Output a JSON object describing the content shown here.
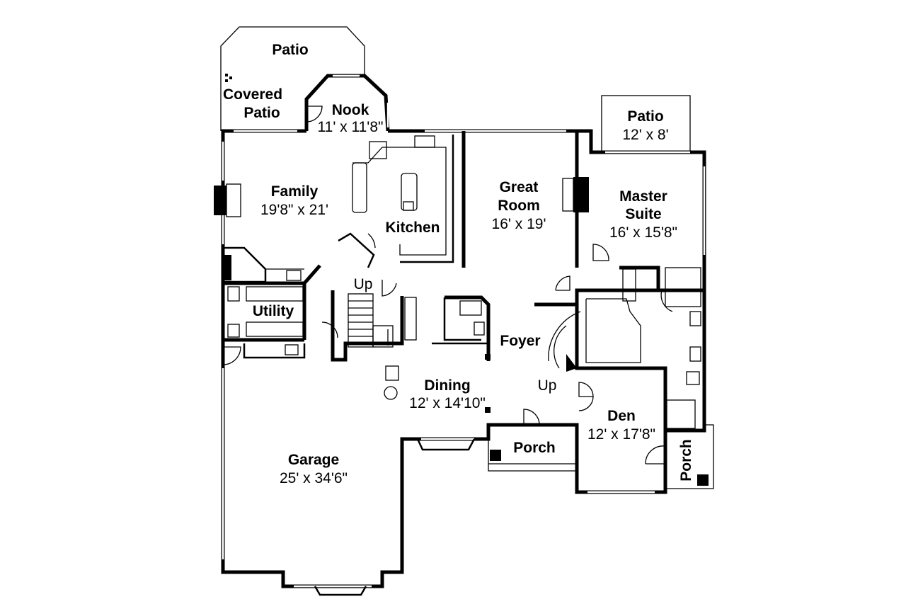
{
  "rooms": {
    "patio_top": {
      "name": "Patio"
    },
    "covered_patio": {
      "line1": "Covered",
      "line2": "Patio"
    },
    "nook": {
      "name": "Nook",
      "size": "11' x 11'8\""
    },
    "family": {
      "name": "Family",
      "size": "19'8\" x 21'"
    },
    "kitchen": {
      "name": "Kitchen"
    },
    "great_room": {
      "line1": "Great",
      "line2": "Room",
      "size": "16' x 19'"
    },
    "patio_master": {
      "name": "Patio",
      "size": "12' x 8'"
    },
    "master_suite": {
      "line1": "Master",
      "line2": "Suite",
      "size": "16' x 15'8\""
    },
    "utility": {
      "name": "Utility"
    },
    "foyer": {
      "name": "Foyer"
    },
    "dining": {
      "name": "Dining",
      "size": "12' x 14'10\""
    },
    "den": {
      "name": "Den",
      "size": "12' x 17'8\""
    },
    "porch_front": {
      "name": "Porch"
    },
    "porch_side": {
      "name": "Porch"
    },
    "garage": {
      "name": "Garage",
      "size": "25' x 34'6\""
    }
  },
  "stairs": {
    "up_back": "Up",
    "up_front": "Up"
  }
}
